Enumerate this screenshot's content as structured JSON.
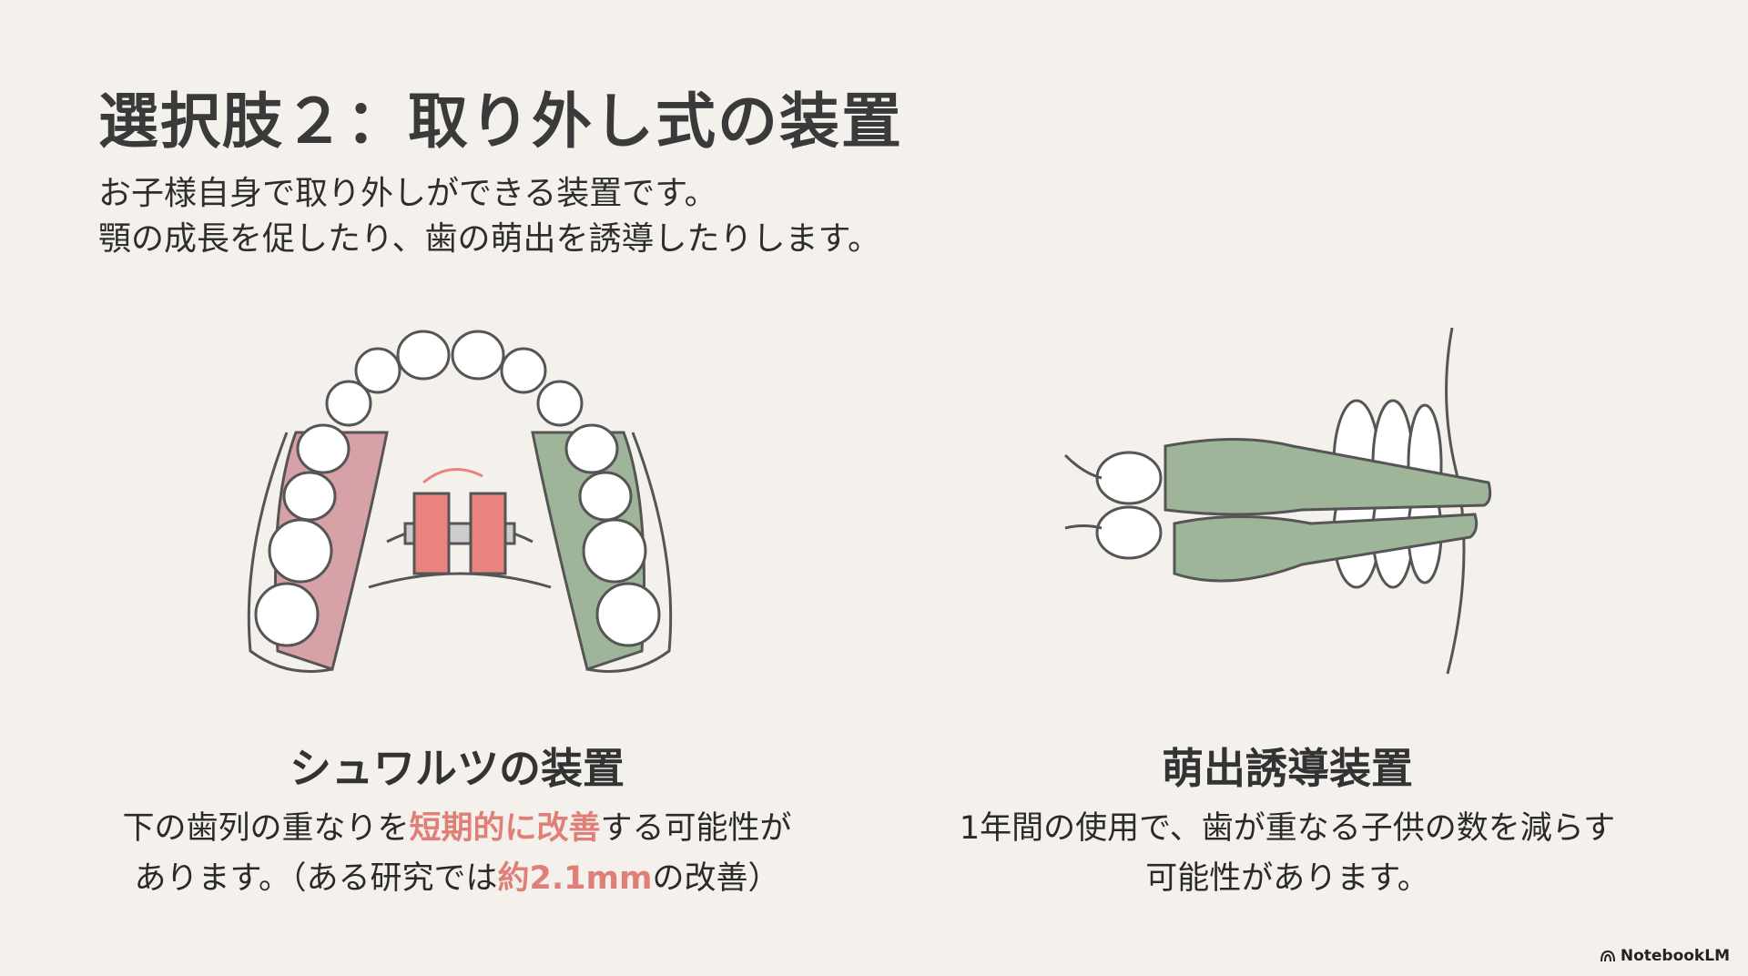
{
  "title": "選択肢２：取り外し式の装置",
  "subtitle": [
    "お子様自身で取り外しができる装置です。",
    "顎の成長を促したり、歯の萌出を誘導したりします。"
  ],
  "cards": [
    {
      "heading": "シュワルツの装置",
      "body": {
        "l1a": "下の歯列の重なりを",
        "l1hl": "短期的に改善",
        "l1b": "する可能性が",
        "l2a": "あります。（ある研究では",
        "l2hl": "約2.1mm",
        "l2b": "の改善）"
      }
    },
    {
      "heading": "萌出誘導装置",
      "body": {
        "l1": "1年間の使用で、歯が重なる子供の数を減らす",
        "l2": "可能性があります。"
      }
    }
  ],
  "brand": "NotebookLM",
  "colors": {
    "accent": "#e07f78",
    "pink": "#d7a1a8",
    "green": "#9fb59a",
    "red": "#e9837e"
  }
}
